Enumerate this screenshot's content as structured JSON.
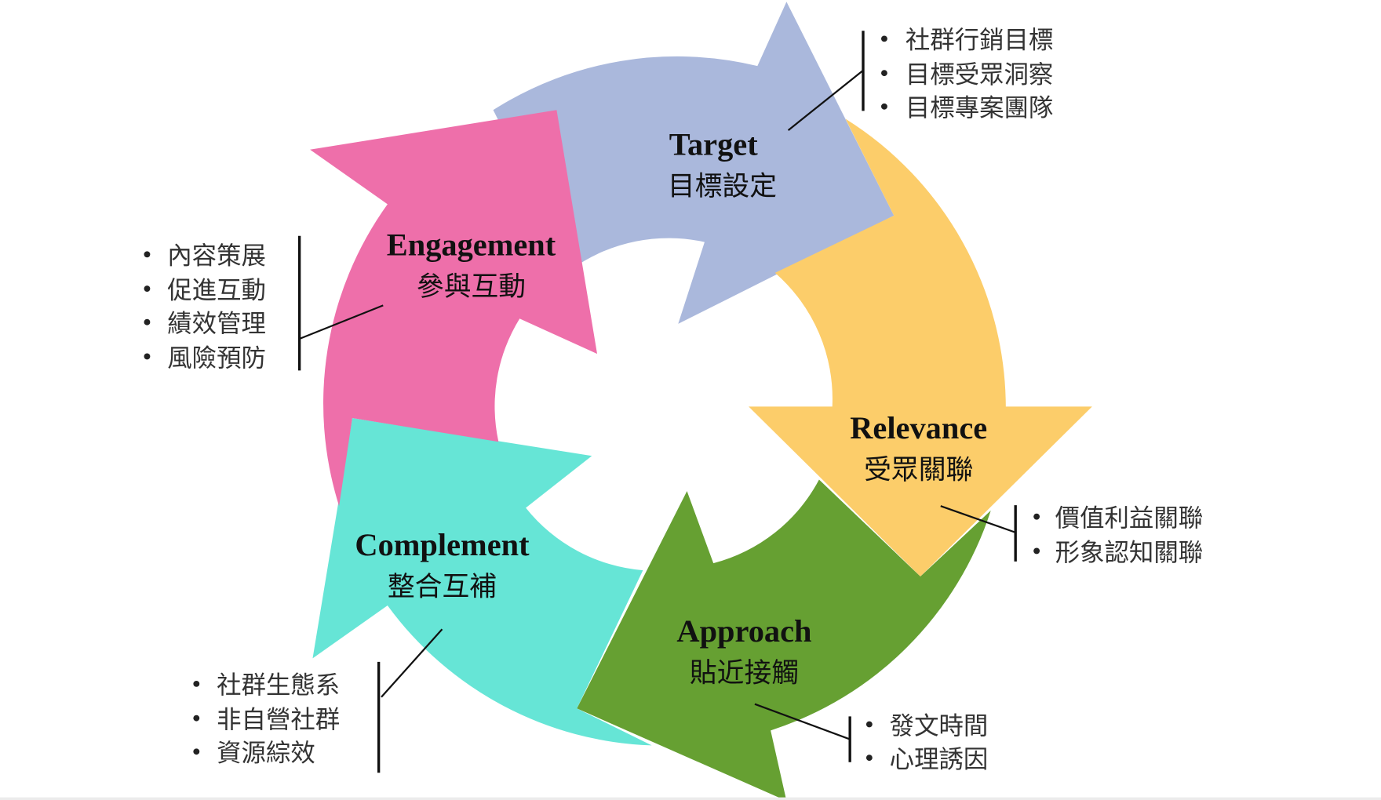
{
  "colors": {
    "target": "#aab8dc",
    "relevance": "#fccd6a",
    "approach": "#66a032",
    "complement": "#66e5d6",
    "engagement": "#ee6faa"
  },
  "stages": {
    "target": {
      "title": "Target",
      "subtitle": "目標設定",
      "items": [
        "社群行銷目標",
        "目標受眾洞察",
        "目標專案團隊"
      ]
    },
    "relevance": {
      "title": "Relevance",
      "subtitle": "受眾關聯",
      "items": [
        "價值利益關聯",
        "形象認知關聯"
      ]
    },
    "approach": {
      "title": "Approach",
      "subtitle": "貼近接觸",
      "items": [
        "發文時間",
        "心理誘因"
      ]
    },
    "complement": {
      "title": "Complement",
      "subtitle": "整合互補",
      "items": [
        "社群生態系",
        "非自營社群",
        "資源綜效"
      ]
    },
    "engagement": {
      "title": "Engagement",
      "subtitle": "參與互動",
      "items": [
        "內容策展",
        "促進互動",
        "績效管理",
        "風險預防"
      ]
    }
  }
}
